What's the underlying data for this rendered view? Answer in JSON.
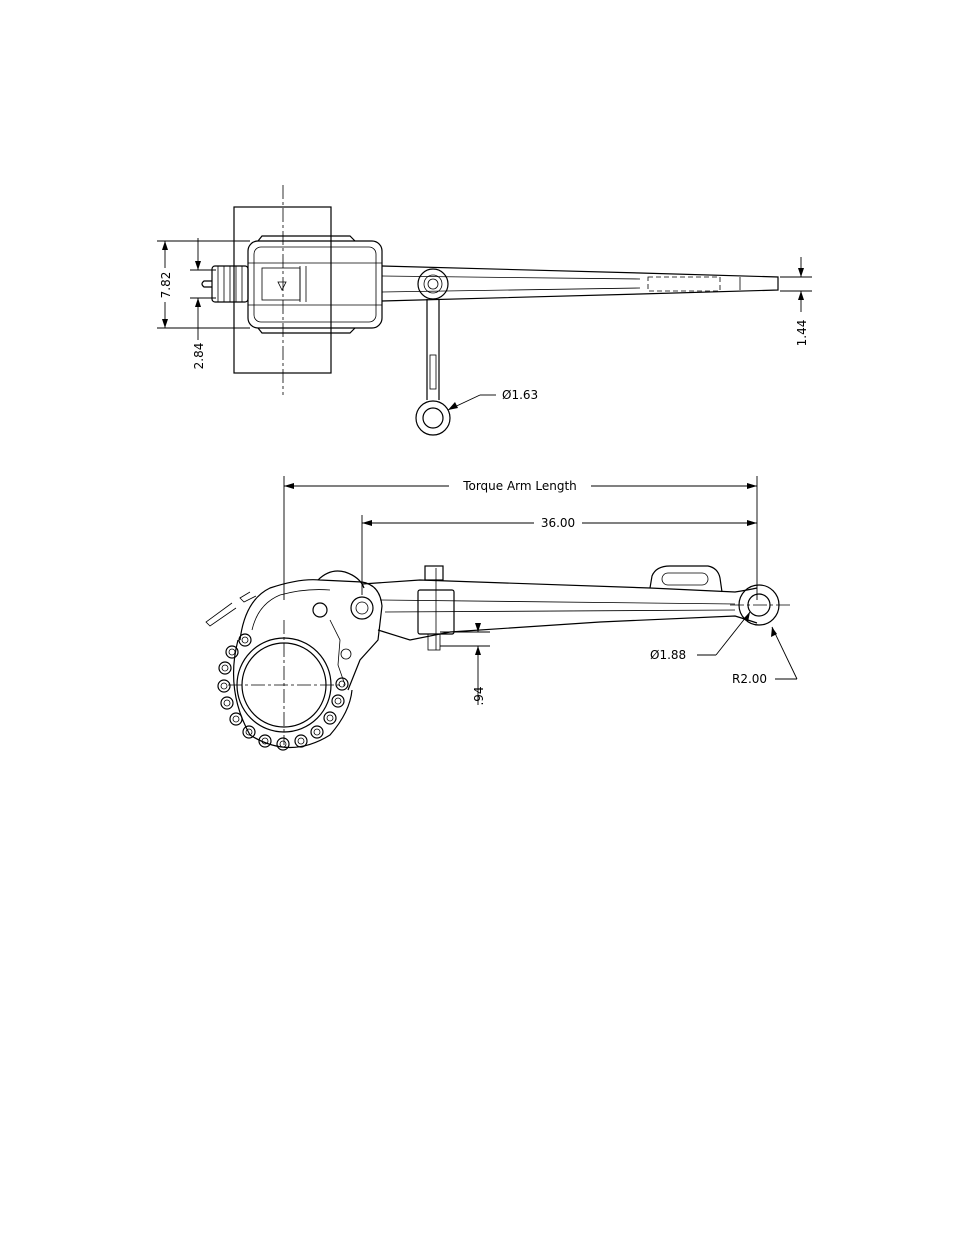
{
  "top_view": {
    "dim_7_82": "7.82",
    "dim_2_84": "2.84",
    "dim_1_44": "1.44",
    "dim_dia_1_63": "Ø1.63"
  },
  "side_view": {
    "torque_arm_length": "Torque Arm Length",
    "dim_36_00": "36.00",
    "dim_94": ".94",
    "dim_dia_1_88": "Ø1.88",
    "dim_r2_00": "R2.00"
  }
}
